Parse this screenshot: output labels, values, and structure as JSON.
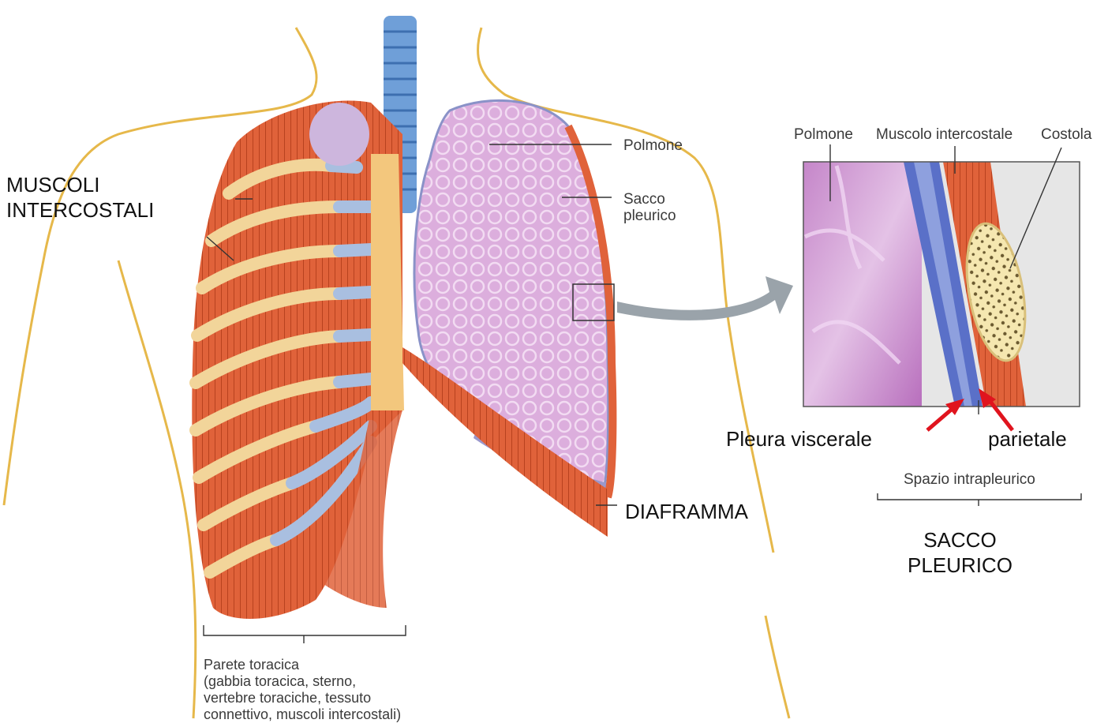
{
  "labels": {
    "muscoli": "MUSCOLI\nINTERCOSTALI",
    "polmone": "Polmone",
    "sacco_pleurico": "Sacco\npleurico",
    "diaframma": "DIAFRAMMA",
    "parete": "Parete toracica\n(gabbia toracica, sterno,\nvertebre toraciche, tessuto\nconnettivo, muscoli intercostali)",
    "inset_polmone": "Polmone",
    "inset_muscolo": "Muscolo intercostale",
    "inset_costola": "Costola",
    "pleura_viscerale": "Pleura viscerale",
    "parietale": "parietale",
    "spazio": "Spazio intrapleurico",
    "sacco_big": "SACCO\nPLEURICO"
  },
  "colors": {
    "body_outline": "#e6b84a",
    "muscle": "#e0623a",
    "muscle_dark": "#b8421f",
    "rib": "#f2d59a",
    "cartilage": "#a9bfe0",
    "trachea": "#6f9fd8",
    "lung": "#d7a6d8",
    "lung_dark": "#b77bbd",
    "pleura": "#5a70c8",
    "arrow_red": "#e0141e",
    "arrow_grey": "#9aa3aa"
  }
}
